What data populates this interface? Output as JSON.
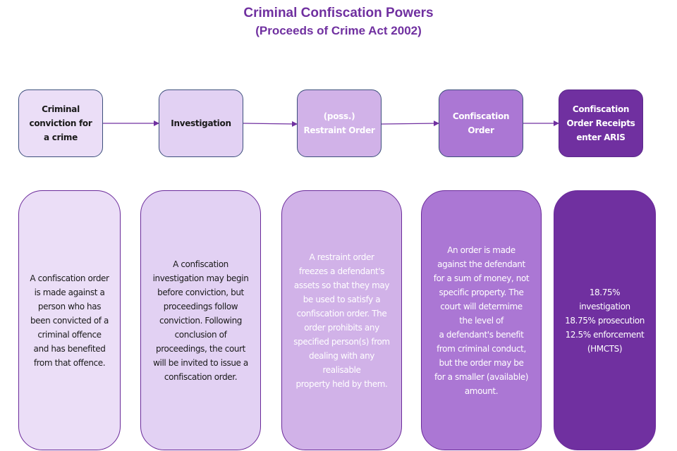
{
  "title": {
    "line1": "Criminal Confiscation Powers",
    "line2": "(Proceeds of Crime Act 2002)"
  },
  "colors": {
    "title": "#7030a0",
    "stage1": "#ebdef7",
    "stage2": "#e2d1f3",
    "stage3": "#d1b2e8",
    "stage4": "#ab77d4",
    "stage5": "#7030a0",
    "arrow": "#7030a0"
  },
  "stages": [
    {
      "label": "Criminal conviction for a crime",
      "description": "A confiscation order\nis made against a\nperson who has\nbeen convicted of a\ncriminal offence\nand has benefited\nfrom that offence."
    },
    {
      "label": "Investigation",
      "description": "A confiscation\ninvestigation may begin\nbefore conviction, but\nproceedings follow\nconviction. Following\nconclusion of\nproceedings, the court\nwill be invited to issue a\nconfiscation order."
    },
    {
      "label": "(poss.)\nRestraint Order",
      "description": "A restraint order\nfreezes a defendant's\nassets so that they may\nbe used to satisfy a\nconfiscation order.  The\norder prohibits any\nspecified person(s) from\ndealing with any\nrealisable\nproperty  held by them."
    },
    {
      "label": "Confiscation\nOrder",
      "description": "An order is made\nagainst the defendant\nfor a sum of money, not\nspecific property.  The\ncourt will determime\nthe level of\na  defendant's benefit\nfrom criminal conduct,\nbut the order may be\nfor a smaller (available)\namount."
    },
    {
      "label": "Confiscation\nOrder Receipts\nenter ARIS",
      "description": "18.75%\ninvestigation\n18.75% prosecution\n12.5% enforcement\n(HMCTS)"
    }
  ]
}
